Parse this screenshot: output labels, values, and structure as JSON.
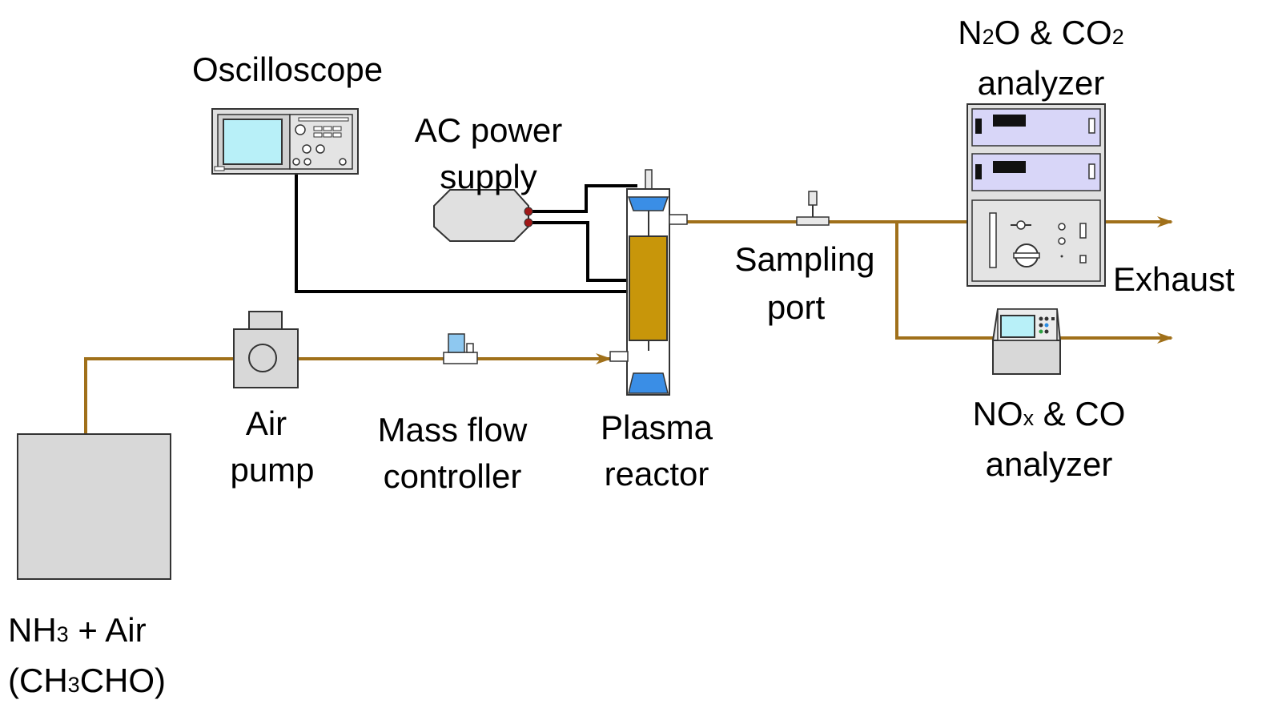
{
  "labels": {
    "oscilloscope": "Oscilloscope",
    "ac_power_1": "AC power",
    "ac_power_2": "supply",
    "sampling_1": "Sampling",
    "sampling_2": "port",
    "exhaust": "Exhaust",
    "air_pump_1": "Air",
    "air_pump_2": "pump",
    "mfc_1": "Mass flow",
    "mfc_2": "controller",
    "plasma_1": "Plasma",
    "plasma_2": "reactor",
    "n2o_analyzer": {
      "p1": "N",
      "s1": "2",
      "p2": "O & CO",
      "s2": "2",
      "line2": "analyzer"
    },
    "nox_analyzer": {
      "p1": "NO",
      "s1": "x",
      "p2": " & CO",
      "line2": "analyzer"
    },
    "feed_gas": {
      "p1": "NH",
      "s1": "3",
      "p2": " + Air",
      "p3": "(CH",
      "s2": "3",
      "p4": "CHO)"
    }
  },
  "colors": {
    "gas_line": "#a0701a",
    "wire": "#000000",
    "reactor_fill": "#c8960a",
    "reactor_cap": "#3a8ee6",
    "device_body": "#d8d8d8",
    "screen": "#b8f0f8",
    "analyzer_panel": "#d8d6f8"
  }
}
